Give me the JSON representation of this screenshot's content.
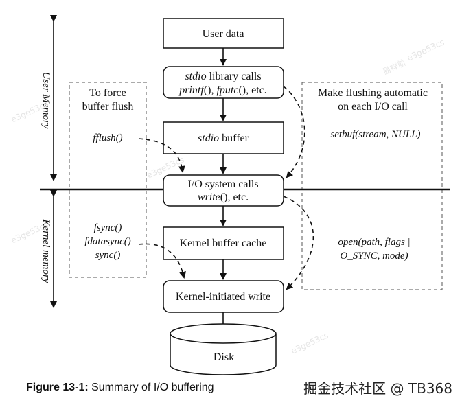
{
  "boxes": {
    "user_data": "User data",
    "stdio_calls_line1_italic": "stdio",
    "stdio_calls_line1_rest": " library calls",
    "stdio_calls_line2_f1": "printf",
    "stdio_calls_line2_p1": "(), ",
    "stdio_calls_line2_f2": "fputc",
    "stdio_calls_line2_p2": "(), etc.",
    "stdio_buffer_italic": "stdio",
    "stdio_buffer_rest": " buffer",
    "io_calls_line1": "I/O system calls",
    "io_calls_line2_f": "write",
    "io_calls_line2_rest": "(), etc.",
    "kernel_cache": "Kernel buffer cache",
    "kernel_write": "Kernel-initiated write",
    "disk": "Disk"
  },
  "left_panel": {
    "title_line1": "To force",
    "title_line2": "buffer flush",
    "fflush": "fflush()",
    "fsync": "fsync()",
    "fdatasync": "fdatasync()",
    "sync": "sync()"
  },
  "right_panel": {
    "title_line1": "Make flushing automatic",
    "title_line2": "on each I/O call",
    "setbuf": "setbuf(stream, NULL)",
    "open_line1": "open(path, flags |",
    "open_line2": "O_SYNC, mode)"
  },
  "side_labels": {
    "user_memory": "User Memory",
    "kernel_memory": "Kernel memory"
  },
  "caption": {
    "label": "Figure 13-1:",
    "text": " Summary of I/O buffering"
  },
  "watermark": {
    "site_text": "掘金技术社区 @ TB368",
    "faint_code": "e3ge53cs",
    "faint_name": "易祥航"
  },
  "colors": {
    "ink": "#111111",
    "dashed_border": "#555555",
    "watermark": "#e6e6e6"
  }
}
